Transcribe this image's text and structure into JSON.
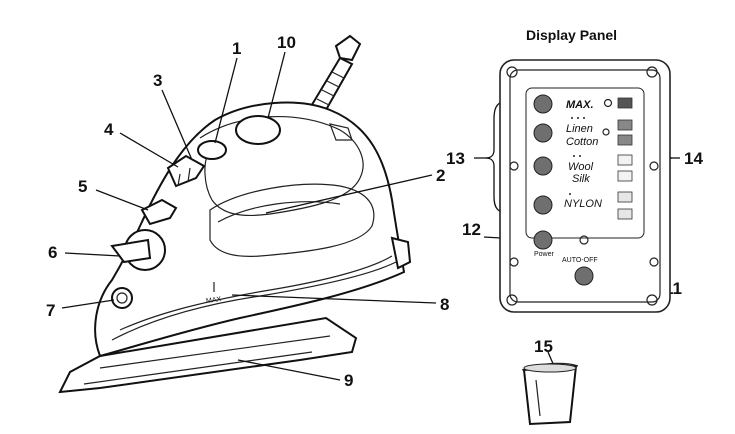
{
  "panel": {
    "title": "Display Panel",
    "settings": [
      "MAX.",
      "Linen",
      "Cotton",
      "Wool",
      "Silk",
      "NYLON"
    ],
    "power_label": "Power",
    "auto_off_label": "AUTO-OFF"
  },
  "iron": {
    "max_mark": "MAX"
  },
  "callouts": [
    "1",
    "2",
    "3",
    "4",
    "5",
    "6",
    "7",
    "8",
    "9",
    "10",
    "11",
    "12",
    "13",
    "14",
    "15"
  ],
  "colors": {
    "button_fill": "#6f6f6f",
    "indicator_dark": "#555555",
    "indicator_mid": "#888888",
    "indicator_light": "#eeeeee"
  }
}
